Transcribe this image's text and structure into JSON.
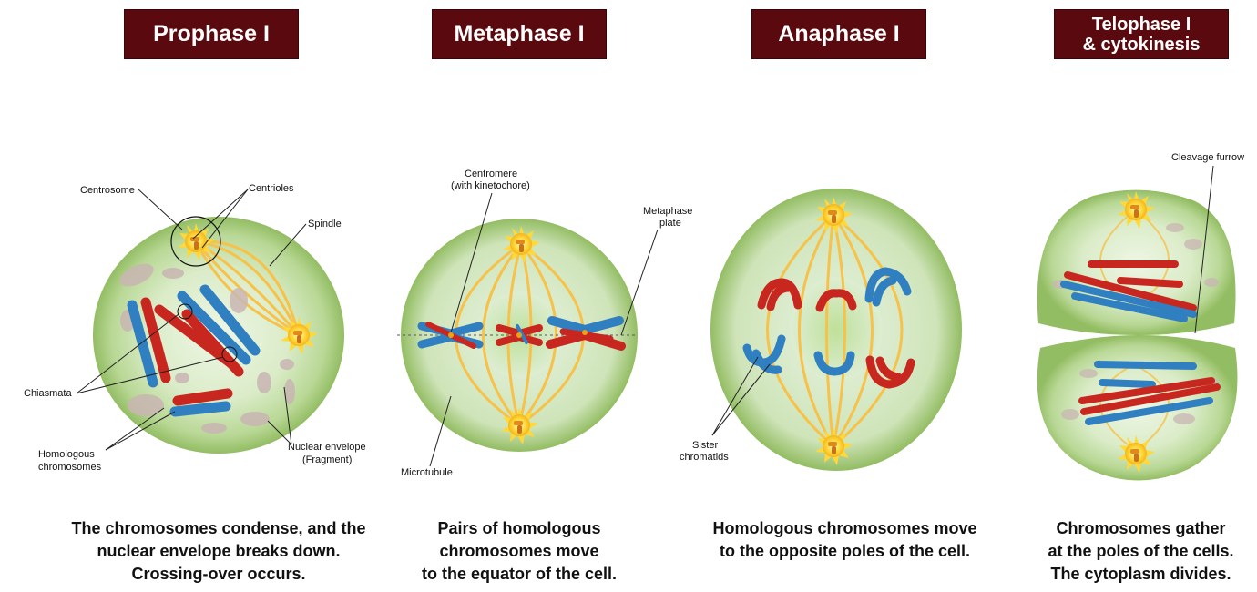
{
  "phases": [
    {
      "title_lines": [
        "Prophase I"
      ],
      "caption_lines": [
        "The chromosomes condense, and the",
        "nuclear envelope breaks down.",
        "Crossing-over occurs."
      ]
    },
    {
      "title_lines": [
        "Metaphase I"
      ],
      "caption_lines": [
        "Pairs of homologous",
        "chromosomes move",
        "to the equator of the cell."
      ]
    },
    {
      "title_lines": [
        "Anaphase I"
      ],
      "caption_lines": [
        "Homologous chromosomes move",
        "to the opposite poles of the cell."
      ]
    },
    {
      "title_lines": [
        "Telophase I",
        "& cytokinesis"
      ],
      "caption_lines": [
        "Chromosomes gather",
        "at the poles of the cells.",
        "The cytoplasm divides."
      ]
    }
  ],
  "labels": {
    "centrosome": "Centrosome",
    "centrioles": "Centrioles",
    "spindle": "Spindle",
    "chiasmata": "Chiasmata",
    "homologous_1": "Homologous",
    "homologous_2": "chromosomes",
    "nuclear_envelope_1": "Nuclear envelope",
    "nuclear_envelope_2": "(Fragment)",
    "centromere_1": "Centromere",
    "centromere_2": "(with kinetochore)",
    "metaphase_plate_1": "Metaphase",
    "metaphase_plate_2": "plate",
    "microtubule": "Microtubule",
    "sister_1": "Sister",
    "sister_2": "chromatids",
    "cleavage_furrow": "Cleavage furrow"
  },
  "colors": {
    "header_bg": "#5a0a0e",
    "cell_outer": "#9cc46a",
    "cell_inner": "#e6f2dc",
    "spindle": "#f6c24a",
    "chromosome_red": "#c8271f",
    "chromosome_blue": "#2f7fc1",
    "envelope_fragment": "#c8b4b4"
  }
}
